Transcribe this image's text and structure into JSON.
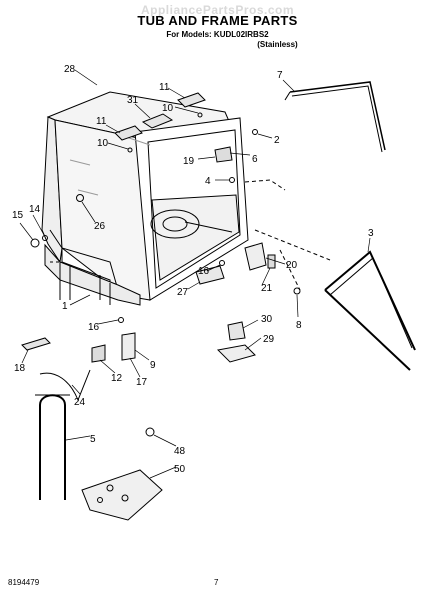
{
  "header": {
    "watermark": "AppliancePartsPros.com",
    "title": "TUB AND FRAME PARTS",
    "models_line": "For Models: KUDL02IRBS2",
    "variant": "(Stainless)"
  },
  "footer": {
    "doc_number": "8194479",
    "page_number": "7"
  },
  "part_labels": [
    "28",
    "31",
    "11",
    "10",
    "11",
    "10",
    "7",
    "2",
    "6",
    "19",
    "4",
    "26",
    "15",
    "14",
    "3",
    "20",
    "16",
    "21",
    "27",
    "8",
    "1",
    "16",
    "30",
    "29",
    "9",
    "18",
    "12",
    "17",
    "24",
    "48",
    "5",
    "50"
  ]
}
